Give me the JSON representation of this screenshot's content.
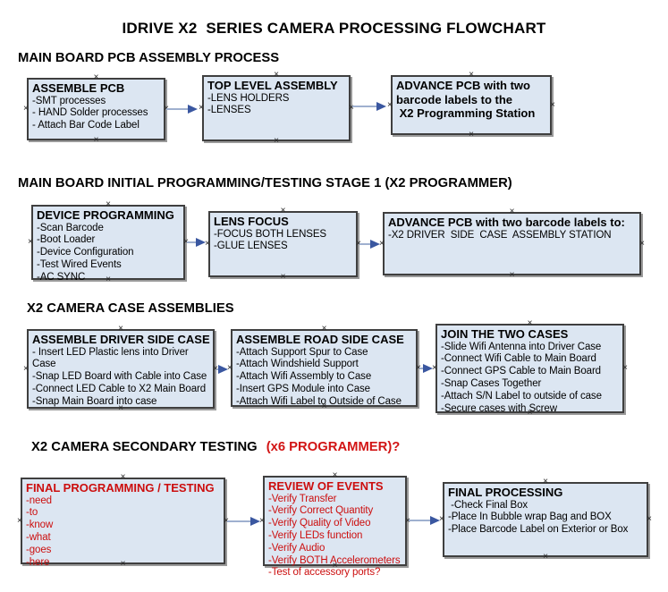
{
  "title": "IDRIVE X2  SERIES CAMERA PROCESSING FLOWCHART",
  "colors": {
    "box_fill": "#dce6f2",
    "box_border": "#3f3f3f",
    "box_shadow": "#9a9a9a",
    "arrow_line": "#9fb0cf",
    "arrow_head": "#3a57a0",
    "red_text": "#cc0e0e"
  },
  "icons": {
    "connection_marker": "×"
  },
  "sections": [
    {
      "header": "MAIN BOARD PCB ASSEMBLY PROCESS",
      "boxes": [
        {
          "title": "ASSEMBLE PCB",
          "items": [
            "-SMT processes",
            "- HAND Solder processes",
            "- Attach Bar Code Label"
          ]
        },
        {
          "title": "TOP LEVEL ASSEMBLY",
          "items": [
            "-LENS HOLDERS",
            "-LENSES"
          ]
        },
        {
          "title": "ADVANCE PCB with two\nbarcode labels to the\n X2 Programming Station",
          "items": []
        }
      ]
    },
    {
      "header": "MAIN BOARD INITIAL PROGRAMMING/TESTING STAGE 1 (X2 PROGRAMMER)",
      "boxes": [
        {
          "title": "DEVICE PROGRAMMING",
          "items": [
            "-Scan Barcode",
            "-Boot Loader",
            "-Device Configuration",
            "-Test Wired Events",
            "-AC SYNC"
          ]
        },
        {
          "title": "LENS FOCUS",
          "items": [
            "-FOCUS BOTH LENSES",
            "-GLUE LENSES"
          ]
        },
        {
          "title": "ADVANCE PCB with two barcode labels to:",
          "items": [
            "-X2 DRIVER  SIDE  CASE  ASSEMBLY STATION"
          ]
        }
      ]
    },
    {
      "header": "X2 CAMERA CASE ASSEMBLIES",
      "boxes": [
        {
          "title": "ASSEMBLE DRIVER SIDE CASE",
          "items": [
            "- Insert LED Plastic lens into Driver Case",
            "-Snap LED Board with Cable into Case",
            "-Connect LED Cable to X2 Main Board",
            "-Snap Main Board into case"
          ]
        },
        {
          "title": "ASSEMBLE ROAD SIDE CASE",
          "items": [
            "-Attach Support Spur to Case",
            "-Attach Windshield Support",
            "-Attach Wifi Assembly to Case",
            "-Insert GPS Module into Case",
            "-Attach Wifi Label to Outside of Case"
          ]
        },
        {
          "title": "JOIN THE TWO CASES",
          "items": [
            "-Slide Wifi Antenna into Driver Case",
            "-Connect Wifi Cable to Main Board",
            "-Connect GPS Cable to Main Board",
            "-Snap Cases Together",
            "-Attach S/N Label to outside of case",
            "-Secure cases with Screw"
          ]
        }
      ]
    },
    {
      "header": "X2 CAMERA SECONDARY TESTING",
      "header_red_suffix": "(x6 PROGRAMMER)?",
      "boxes": [
        {
          "title": "FINAL PROGRAMMING / TESTING",
          "items": [
            "-need",
            "-to",
            "-know",
            "-what",
            "-goes",
            "-here"
          ]
        },
        {
          "title": "REVIEW OF EVENTS",
          "items": [
            "-Verify Transfer",
            "-Verify Correct Quantity",
            "-Verify Quality of Video",
            "-Verify LEDs function",
            "-Verify Audio",
            "-Verify BOTH Accelerometers",
            "-Test of accessory ports?"
          ]
        },
        {
          "title": "FINAL PROCESSING",
          "items": [
            " -Check Final Box",
            "-Place In Bubble wrap Bag and BOX",
            "-Place Barcode Label on Exterior or Box"
          ]
        }
      ]
    }
  ]
}
